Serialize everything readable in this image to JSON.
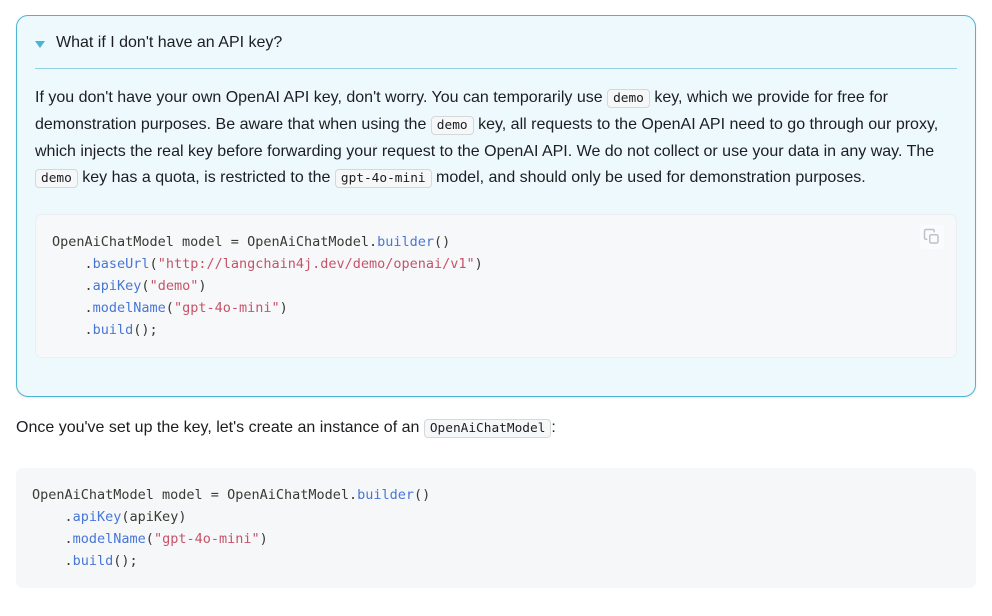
{
  "colors": {
    "callout_border": "#4cb3d4",
    "callout_background": "#eef9fd",
    "code_background": "#f6f7f8",
    "method_token": "#4876d6",
    "string_token": "#c75369",
    "text": "#1c1e21"
  },
  "callout": {
    "summary": "What if I don't have an API key?",
    "paragraph": {
      "seg1": "If you don't have your own OpenAI API key, don't worry. You can temporarily use ",
      "code1": "demo",
      "seg2": " key, which we provide for free for demonstration purposes. Be aware that when using the ",
      "code2": "demo",
      "seg3": " key, all requests to the OpenAI API need to go through our proxy, which injects the real key before forwarding your request to the OpenAI API. We do not collect or use your data in any way. The ",
      "code3": "demo",
      "seg4": " key has a quota, is restricted to the ",
      "code4": "gpt-4o-mini",
      "seg5": " model, and should only be used for demonstration purposes."
    },
    "code_block": {
      "lines": [
        [
          {
            "t": "plain",
            "v": "OpenAiChatModel model = OpenAiChatModel."
          },
          {
            "t": "method",
            "v": "builder"
          },
          {
            "t": "plain",
            "v": "()"
          }
        ],
        [
          {
            "t": "plain",
            "v": "    ."
          },
          {
            "t": "method",
            "v": "baseUrl"
          },
          {
            "t": "plain",
            "v": "("
          },
          {
            "t": "string",
            "v": "\"http://langchain4j.dev/demo/openai/v1\""
          },
          {
            "t": "plain",
            "v": ")"
          }
        ],
        [
          {
            "t": "plain",
            "v": "    ."
          },
          {
            "t": "method",
            "v": "apiKey"
          },
          {
            "t": "plain",
            "v": "("
          },
          {
            "t": "string",
            "v": "\"demo\""
          },
          {
            "t": "plain",
            "v": ")"
          }
        ],
        [
          {
            "t": "plain",
            "v": "    ."
          },
          {
            "t": "method",
            "v": "modelName"
          },
          {
            "t": "plain",
            "v": "("
          },
          {
            "t": "string",
            "v": "\"gpt-4o-mini\""
          },
          {
            "t": "plain",
            "v": ")"
          }
        ],
        [
          {
            "t": "plain",
            "v": "    ."
          },
          {
            "t": "method",
            "v": "build"
          },
          {
            "t": "plain",
            "v": "();"
          }
        ]
      ]
    }
  },
  "outro": {
    "seg1": "Once you've set up the key, let's create an instance of an ",
    "code1": "OpenAiChatModel",
    "seg2": ":"
  },
  "code_block_2": {
    "lines": [
      [
        {
          "t": "plain",
          "v": "OpenAiChatModel model = OpenAiChatModel."
        },
        {
          "t": "method",
          "v": "builder"
        },
        {
          "t": "plain",
          "v": "()"
        }
      ],
      [
        {
          "t": "plain",
          "v": "    ."
        },
        {
          "t": "method",
          "v": "apiKey"
        },
        {
          "t": "plain",
          "v": "(apiKey)"
        }
      ],
      [
        {
          "t": "plain",
          "v": "    ."
        },
        {
          "t": "method",
          "v": "modelName"
        },
        {
          "t": "plain",
          "v": "("
        },
        {
          "t": "string",
          "v": "\"gpt-4o-mini\""
        },
        {
          "t": "plain",
          "v": ")"
        }
      ],
      [
        {
          "t": "plain",
          "v": "    ."
        },
        {
          "t": "method",
          "v": "build"
        },
        {
          "t": "plain",
          "v": "();"
        }
      ]
    ]
  }
}
